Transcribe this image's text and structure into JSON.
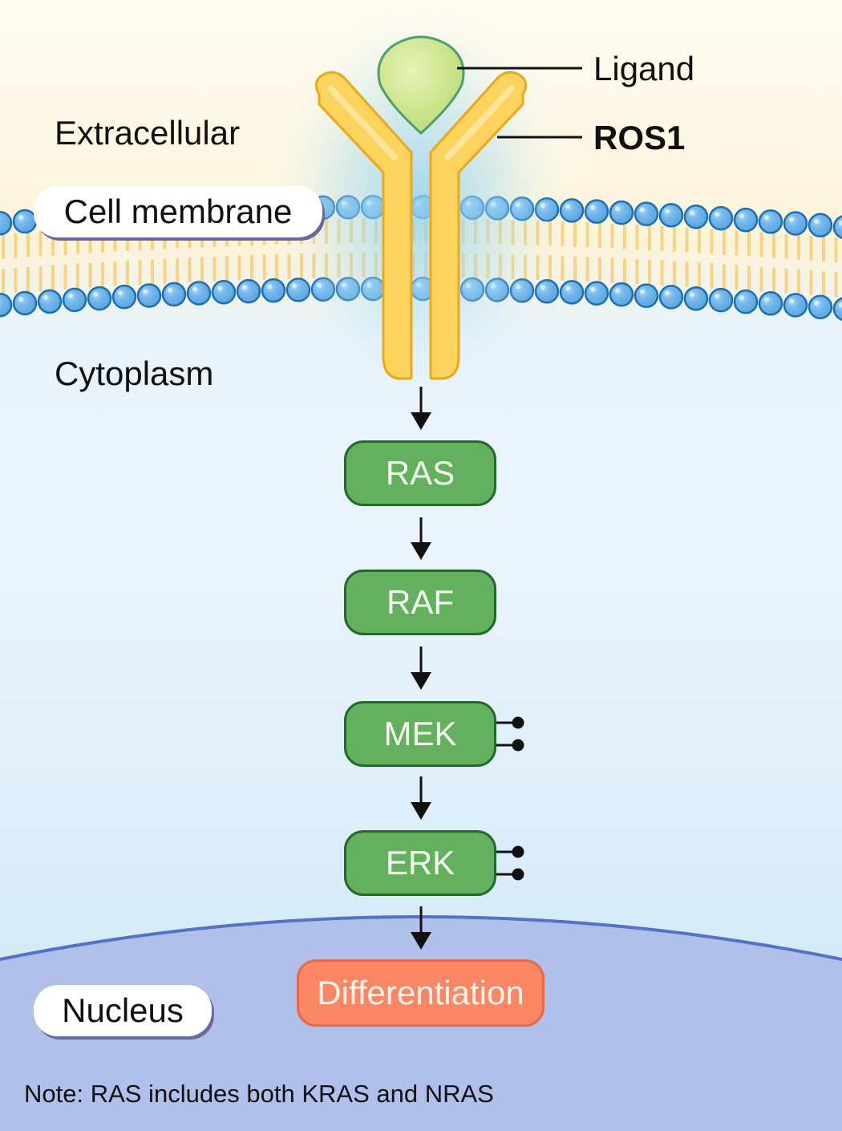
{
  "regions": {
    "extracellular": "Extracellular",
    "cell_membrane": "Cell membrane",
    "cytoplasm": "Cytoplasm",
    "nucleus": "Nucleus"
  },
  "callouts": {
    "ligand": "Ligand",
    "receptor": "ROS1"
  },
  "pathway": {
    "nodes": [
      {
        "label": "RAS",
        "phosphorylated": false
      },
      {
        "label": "RAF",
        "phosphorylated": false
      },
      {
        "label": "MEK",
        "phosphorylated": true
      },
      {
        "label": "ERK",
        "phosphorylated": true
      }
    ],
    "outcome": "Differentiation"
  },
  "note": "Note: RAS includes both KRAS and NRAS",
  "colors": {
    "extracellular_bg": "#fdf8e6",
    "cytoplasm_bg": "#e4f1fb",
    "nucleus_bg": "#b1bfeb",
    "nucleus_border": "#5672c6",
    "lipid_head": "#6fb3e8",
    "lipid_head_stroke": "#1e6fb0",
    "lipid_tail": "#f4d486",
    "receptor": "#fcd35c",
    "receptor_stroke": "#e8a820",
    "ligand": "#c9e28a",
    "ligand_stroke": "#4e9e6e",
    "node_fill": "#65b05f",
    "node_stroke": "#206b2b",
    "outcome_fill": "#fb8663",
    "outcome_stroke": "#e5694a"
  }
}
